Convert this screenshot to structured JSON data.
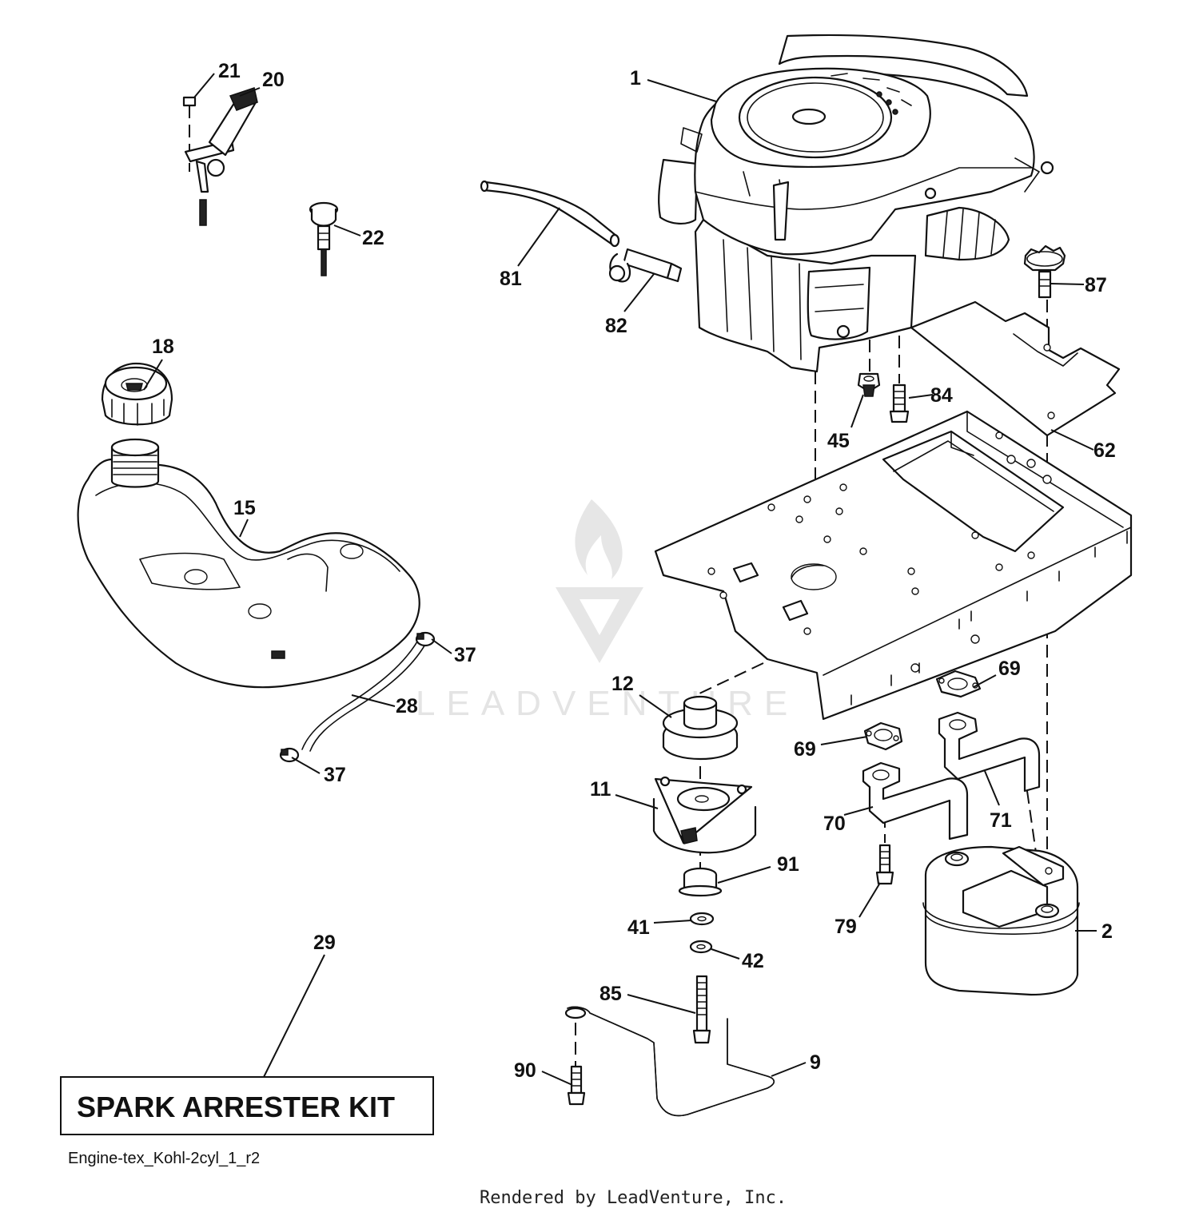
{
  "diagram": {
    "part_callouts": [
      "1",
      "2",
      "9",
      "11",
      "12",
      "15",
      "18",
      "20",
      "21",
      "22",
      "28",
      "29",
      "37",
      "37",
      "41",
      "42",
      "45",
      "62",
      "69",
      "69",
      "70",
      "71",
      "79",
      "81",
      "82",
      "84",
      "85",
      "87",
      "90",
      "91"
    ],
    "kit_box_label": "SPARK ARRESTER KIT",
    "drawing_code": "Engine-tex_Kohl-2cyl_1_r2",
    "footer_credit": "Rendered by LeadVenture, Inc.",
    "watermark_text": "LEADVENTURE"
  }
}
